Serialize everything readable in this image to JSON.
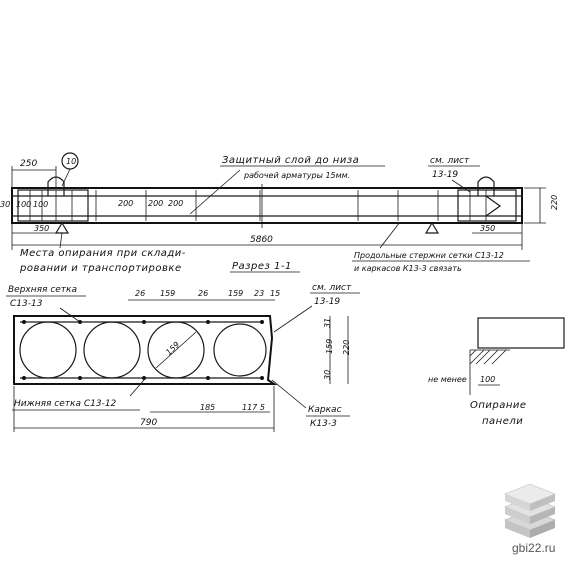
{
  "elevation": {
    "dim_250": "250",
    "callout_10": "10",
    "cover_note_1": "Защитный слой до низа",
    "cover_note_2": "рабочей арматуры 15мм.",
    "sheet_ref_label": "см. лист",
    "sheet_ref_value": "13-19",
    "dim_30": "30",
    "dim_100": "100",
    "dim_100b": "100",
    "dim_200a": "200",
    "dim_200b": "200",
    "dim_200c": "200",
    "dim_220": "220",
    "dim_350_left": "350",
    "dim_350_right": "350",
    "dim_5860": "5860",
    "lifting_note_1": "Места опирания при склади-",
    "lifting_note_2": "ровании и транспортировке",
    "section_title": "Разрез 1-1",
    "rods_note_1": "Продольные стержни сетки С13-12",
    "rods_note_2": "и каркасов К13-3 связать"
  },
  "section": {
    "top_mesh_label_1": "Верхняя сетка",
    "top_mesh_label_2": "С13-13",
    "dim_26a": "26",
    "dim_159a": "159",
    "dim_26b": "26",
    "dim_159b": "159",
    "dim_23": "23",
    "dim_15": "15",
    "sheet_ref_label": "см. лист",
    "sheet_ref_value": "13-19",
    "dim_159_diag": "159",
    "dim_31": "31",
    "dim_159_v": "159",
    "dim_30v": "30",
    "dim_220": "220",
    "bottom_mesh_label": "Нижняя сетка С13-12",
    "dim_185": "185",
    "dim_1175": "117 5",
    "dim_790": "790",
    "frame_label_1": "Каркас",
    "frame_label_2": "К13-3"
  },
  "support": {
    "min_label": "не менее",
    "min_value": "100",
    "caption_1": "Опирание",
    "caption_2": "панели"
  },
  "watermark": {
    "text": "gbi22.ru"
  }
}
